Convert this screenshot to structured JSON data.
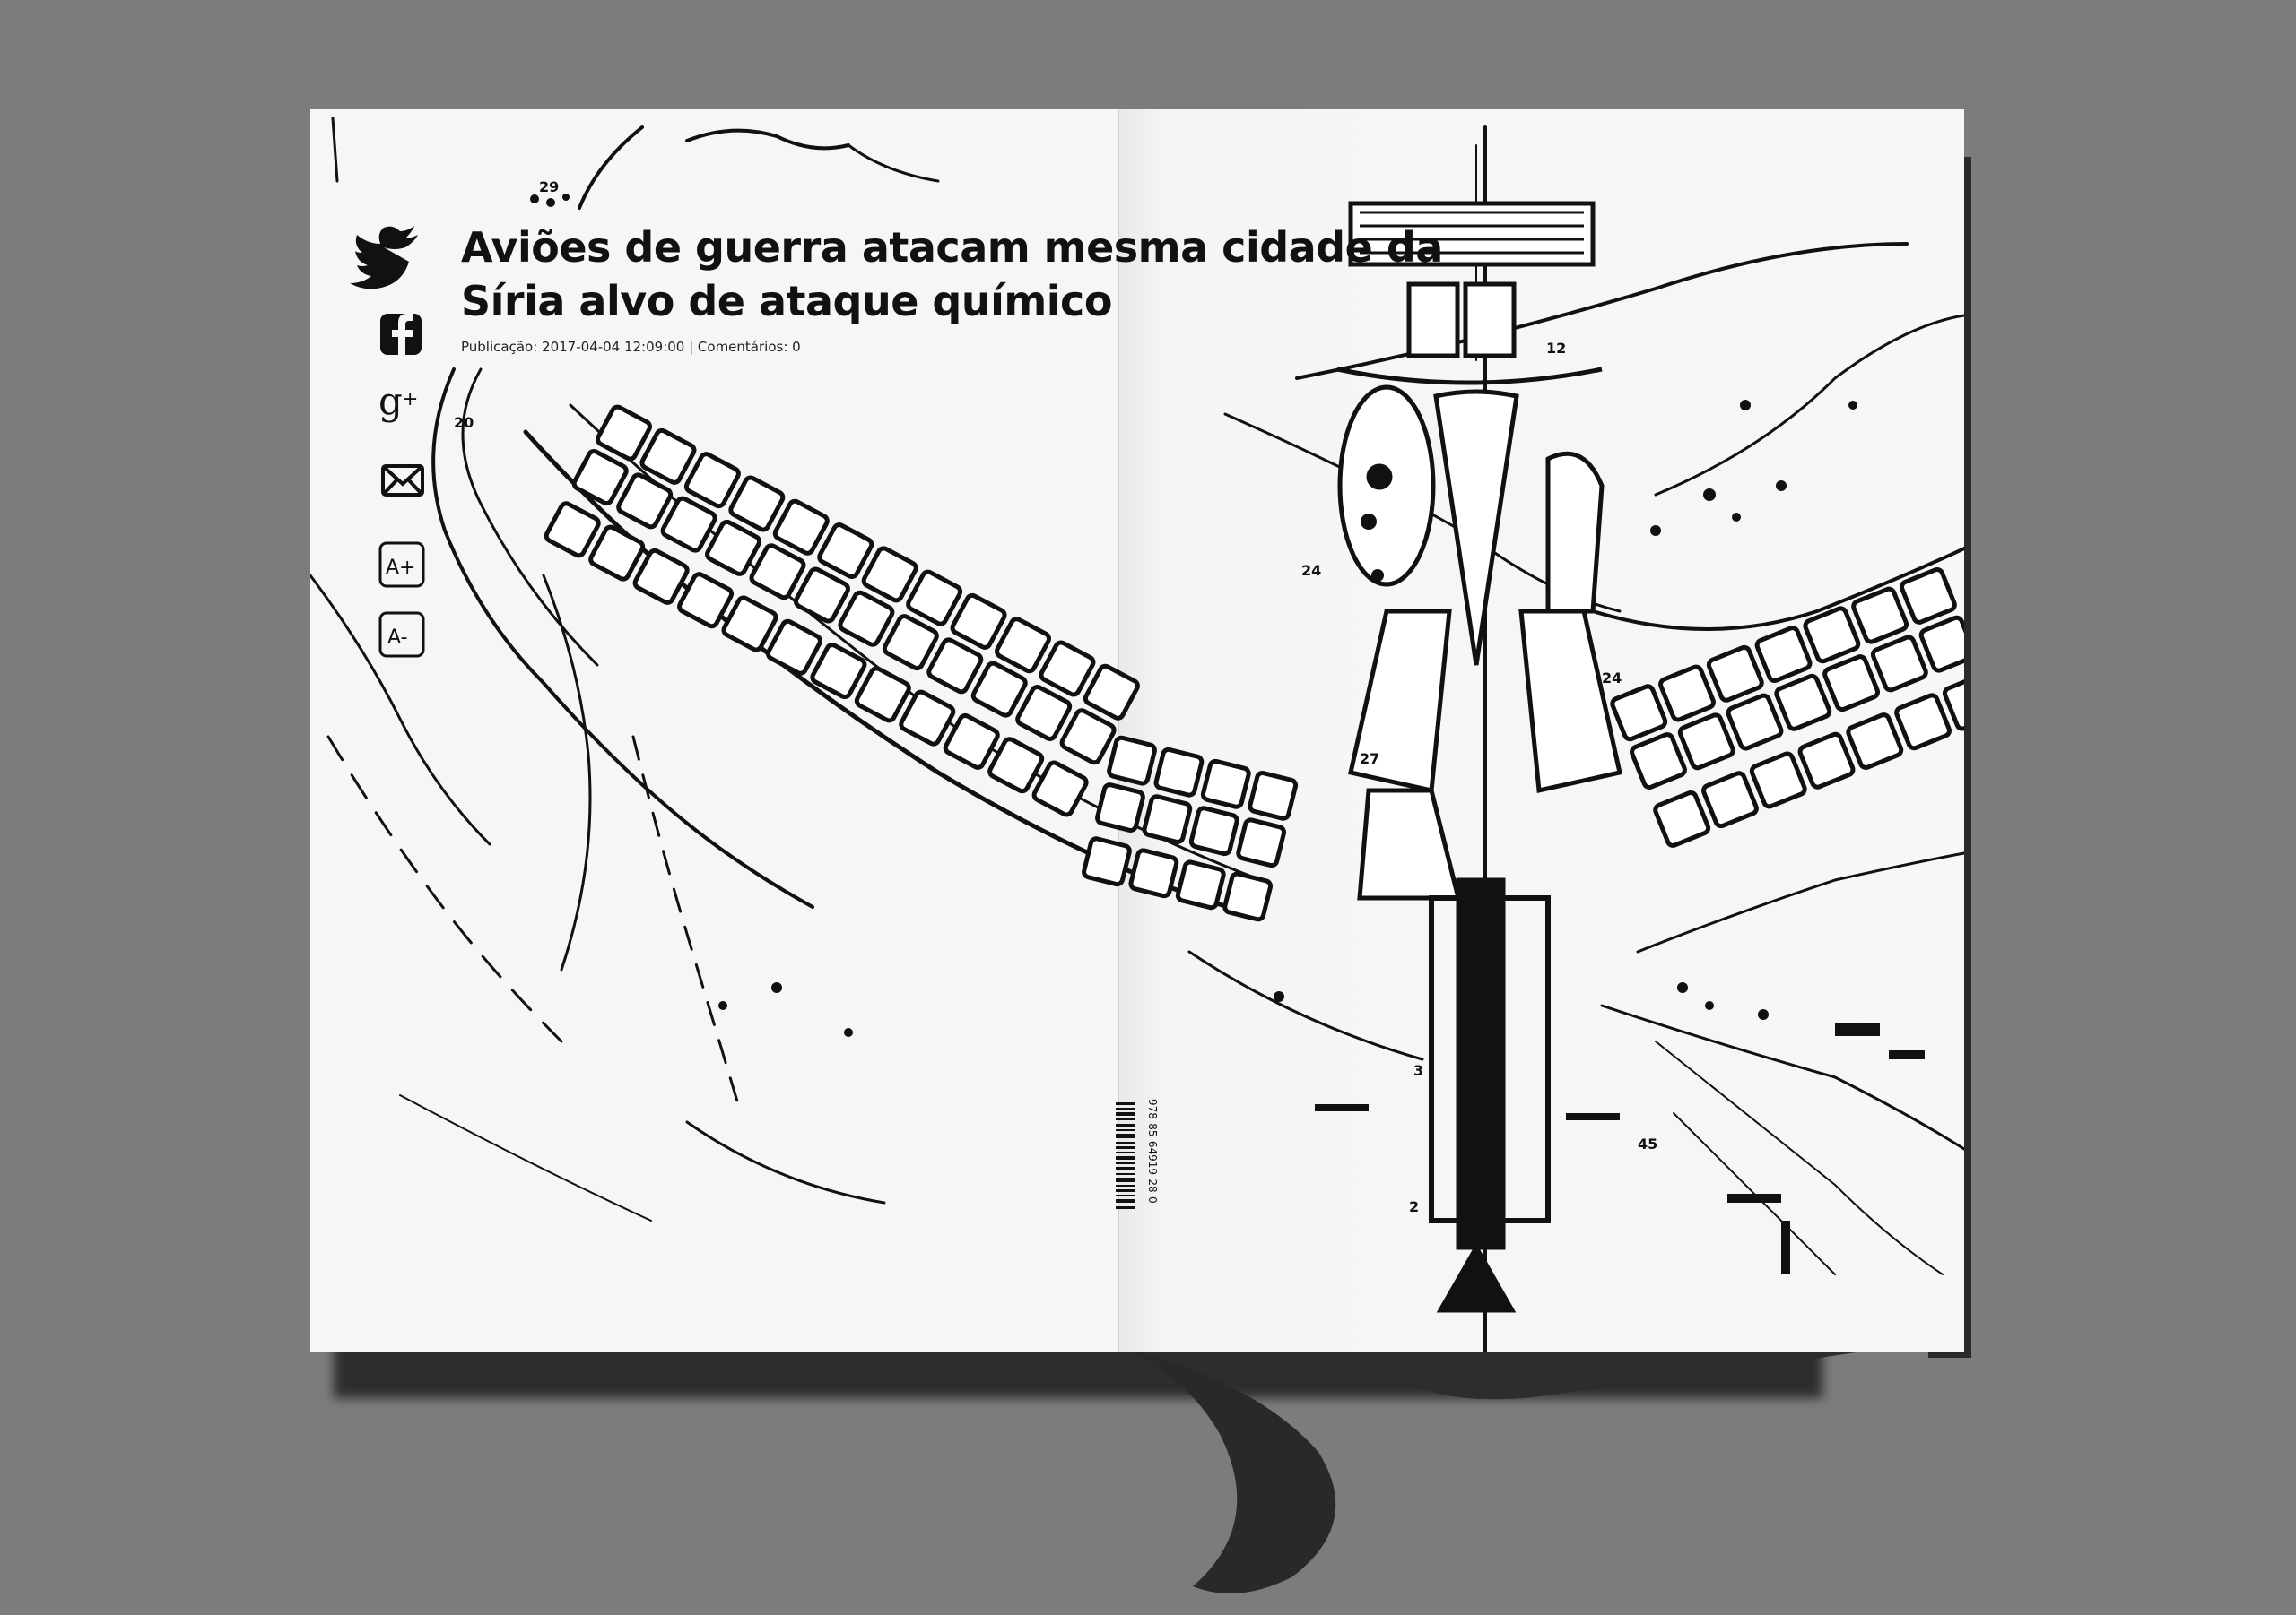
{
  "headline": {
    "line1": "Aviões de guerra atacam mesma cidade da",
    "line2": "Síria alvo de ataque químico"
  },
  "meta": "Publicação: 2017-04-04 12:09:00 | Comentários: 0",
  "share_icons": [
    "twitter-icon",
    "facebook-icon",
    "google-plus-icon",
    "email-icon",
    "font-increase-icon",
    "font-decrease-icon"
  ],
  "font_buttons": {
    "increase": "A+",
    "decrease": "A-"
  },
  "isbn": "978-85-64919-28-0",
  "map_labels": [
    "29",
    "20",
    "12",
    "24",
    "27",
    "24",
    "3",
    "2",
    "45"
  ],
  "colors": {
    "background": "#7d7c7c",
    "paper": "#f7f7f7",
    "ink": "#111111"
  }
}
